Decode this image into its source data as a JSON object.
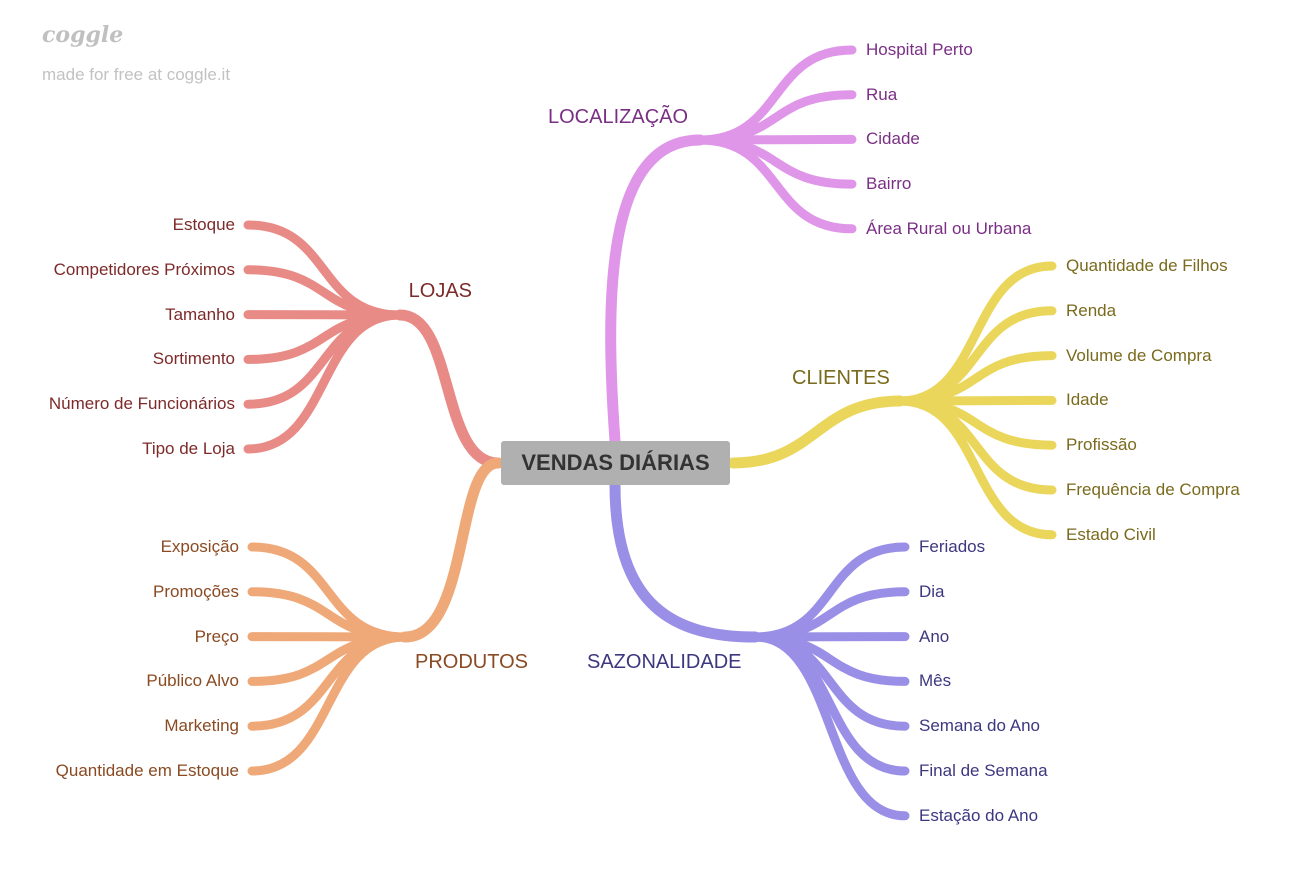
{
  "watermark": {
    "logo": "coggle",
    "credit": "made for free at coggle.it"
  },
  "center": {
    "label": "VENDAS DIÁRIAS",
    "color": "#b0b0b0"
  },
  "branches": {
    "localizacao": {
      "label": "LOCALIZAÇÃO",
      "color": "#df95e8",
      "text_color": "#7a2f85",
      "leaves": [
        "Hospital Perto",
        "Rua",
        "Cidade",
        "Bairro",
        "Área Rural ou Urbana"
      ]
    },
    "clientes": {
      "label": "CLIENTES",
      "color": "#ebd65c",
      "text_color": "#7a6a1c",
      "leaves": [
        "Quantidade de Filhos",
        "Renda",
        "Volume de Compra",
        "Idade",
        "Profissão",
        "Frequência de Compra",
        "Estado Civil"
      ]
    },
    "sazonalidade": {
      "label": "SAZONALIDADE",
      "color": "#9a8fe6",
      "text_color": "#3d3780",
      "leaves": [
        "Feriados",
        "Dia",
        "Ano",
        "Mês",
        "Semana do Ano",
        "Final de Semana",
        "Estação do Ano"
      ]
    },
    "lojas": {
      "label": "LOJAS",
      "color": "#e88a86",
      "text_color": "#7d2a2a",
      "leaves": [
        "Estoque",
        "Competidores Próximos",
        "Tamanho",
        "Sortimento",
        "Número de Funcionários",
        "Tipo de Loja"
      ]
    },
    "produtos": {
      "label": "PRODUTOS",
      "color": "#efa877",
      "text_color": "#8a4a22",
      "leaves": [
        "Exposição",
        "Promoções",
        "Preço",
        "Público Alvo",
        "Marketing",
        "Quantidade em Estoque"
      ]
    }
  }
}
